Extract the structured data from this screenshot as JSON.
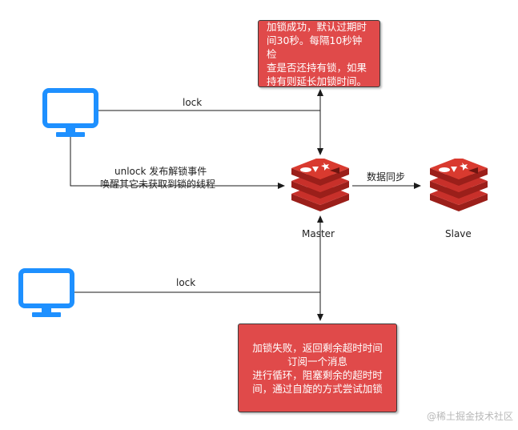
{
  "top_note": {
    "lines": [
      "加锁成功，默认过期时",
      "间30秒。每隔10秒钟检",
      "查是否还持有锁，如果",
      "持有则延长加锁时间。"
    ]
  },
  "bottom_note": {
    "lines": [
      "加锁失败，返回剩余超时时间",
      "订阅一个消息",
      "进行循环，阻塞剩余的超时时",
      "间，通过自旋的方式尝试加锁"
    ]
  },
  "edges": {
    "lock_top": "lock",
    "unlock_line1": "unlock 发布解锁事件",
    "unlock_line2": "唤醒其它未获取到锁的线程",
    "sync": "数据同步",
    "lock_bottom": "lock"
  },
  "nodes": {
    "master": "Master",
    "slave": "Slave"
  },
  "watermark": "@稀土掘金技术社区",
  "colors": {
    "note_fill": "#e04a4a",
    "computer_blue": "#1e90ff",
    "redis_red": "#c8302a",
    "redis_dark": "#9b1f1a"
  }
}
